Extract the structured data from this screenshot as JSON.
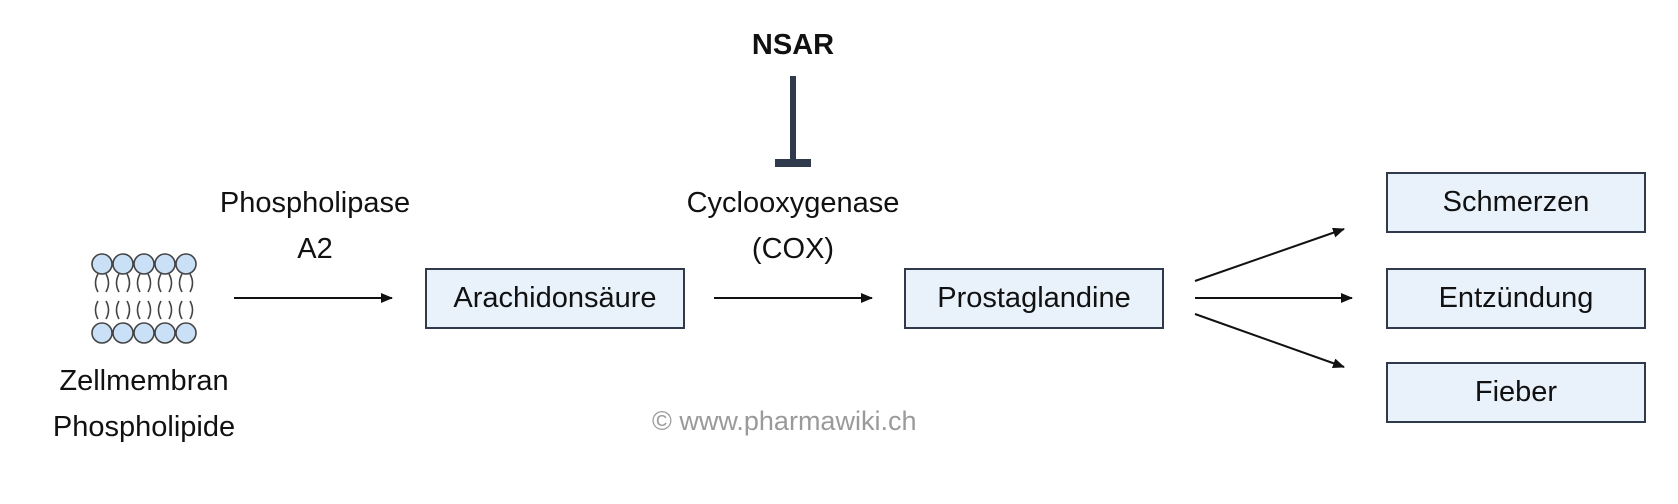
{
  "inhibitor": {
    "label": "NSAR"
  },
  "source": {
    "line1": "Zellmembran",
    "line2": "Phospholipide",
    "icon": "phospholipid-bilayer-icon"
  },
  "enzymes": {
    "phospholipase_line1": "Phospholipase",
    "phospholipase_line2": "A2",
    "cox_line1": "Cyclooxygenase",
    "cox_line2": "(COX)"
  },
  "nodes": {
    "arachidonic_acid": "Arachidonsäure",
    "prostaglandins": "Prostaglandine"
  },
  "effects": [
    "Schmerzen",
    "Entzündung",
    "Fieber"
  ],
  "watermark": "© www.pharmawiki.ch",
  "colors": {
    "box_fill": "#e9f2fb",
    "box_border": "#2f3a4d",
    "inhibitor_bar": "#2f3a4d",
    "lipid_head_fill": "#c9e0f6",
    "watermark": "#9a9a9a"
  }
}
